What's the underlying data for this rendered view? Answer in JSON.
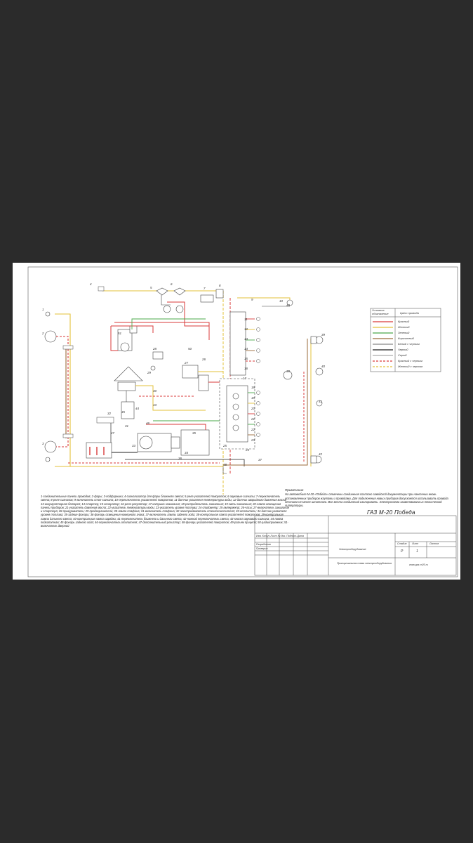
{
  "drawing": {
    "title": "ГАЗ М-20 Победа",
    "description": "1-соединительные панели проводов; 2-фары; 3-подфарники; 4-сигнализатор для фары ближнего света; 5-реле указателей поворотов; 6-звуковые сигналы; 7-переключатель света; 8-реле сигналов; 9-включатель стоп-сигнала; 10-переключатель указателей поворотов; 11-датчик указателя температуры воды; 12-датчик аварийного давления масла; 13-аккумуляторная батарея; 14-стартер; 15-генератор; 16-реле-регулятор; 17-катушка зажигания; 18-распределитель зажигания; 19-свечи зажигания; 20-лампа освещения панели приборов; 21-указатель давления масла; 22-указатель температуры воды; 23-указатель уровня топлива; 24-спидометр; 25-амперметр; 26-часы; 27-включатель зажигания и стартера; 28-прикуриватель; 29-предохранители; 30-лампа плафона; 31-включатель плафона; 32-электродвигатель стеклоочистителя; 33-отопитель; 34-датчик указателя уровня топлива; 35-задние фонари; 36-фонарь освещения номерного знака; 37-включатель лампы заднего хода; 38-контрольная лампа указателей поворотов; 39-контрольная лампа дальнего света; 40-контрольная лампа зарядки; 41-переключатель ближнего и дальнего света; 42-ножной переключатель света; 43-кнопка звукового сигнала; 44-лампа подкапотная; 45-фонарь заднего хода; 46-переключатель отопителя; 47-дополнительный резистор; 48-фонари указателей поворотов; 49-разъем прицепа; 50-радиоприемник; 51-включатель дверной",
    "notes_title": "Примечание",
    "notes": "На автомобиле М-20 «Победа» отмечены соединения согласно заводской документации при нанесении вновь установленных приборов жгутами и проводами. Для подключения новых приборов допускается использовать провода сечением не менее штатного. Все места соединений изолировать. Электросхема заимствована из технической литературы."
  },
  "legend": {
    "header_left": "Условное обозначение",
    "header_right": "Цвет провода",
    "items": [
      {
        "label": "Красный",
        "color": "#d93a3a",
        "dash": false
      },
      {
        "label": "Желтый",
        "color": "#e3c13a",
        "dash": false
      },
      {
        "label": "Зеленый",
        "color": "#4aa84a",
        "dash": false
      },
      {
        "label": "Коричневый",
        "color": "#9a6a3a",
        "dash": false
      },
      {
        "label": "Белый с черным",
        "color": "#888888",
        "dash": false
      },
      {
        "label": "Черный",
        "color": "#222222",
        "dash": false
      },
      {
        "label": "Серый",
        "color": "#aaaaaa",
        "dash": false
      },
      {
        "label": "Красный с черным",
        "color": "#d93a3a",
        "dash": true
      },
      {
        "label": "Желтый с черным",
        "color": "#e3c13a",
        "dash": true
      }
    ]
  },
  "title_block": {
    "left_header": "Изм. Кол.уч Лист № док. Подпись Дата",
    "row1": "Разработал",
    "row2": "Проверил",
    "doc_name": "Электрооборудование",
    "doc_sub": "Принципиальная схема электрооборудования",
    "stage_label": "Стадия",
    "sheet_label": "Лист",
    "sheets_label": "Листов",
    "stage_value": "Р",
    "sheet_value": "1",
    "site": "www.gaz-m20.ru"
  },
  "colors": {
    "page_bg": "#2b2b2b",
    "sheet_bg": "#ffffff",
    "red": "#d93a3a",
    "yellow": "#e3c13a",
    "green": "#4aa84a",
    "brown": "#9a6a3a",
    "black": "#222222"
  },
  "component_numbers": [
    "1",
    "2",
    "3",
    "4",
    "5",
    "6",
    "7",
    "8",
    "9",
    "10",
    "11",
    "12",
    "13",
    "14",
    "15",
    "16",
    "17",
    "18",
    "19",
    "20",
    "21",
    "22",
    "23",
    "24",
    "25",
    "26",
    "27",
    "28",
    "29",
    "30",
    "31",
    "32",
    "33",
    "34",
    "35",
    "36",
    "37",
    "38",
    "39",
    "40",
    "41",
    "42",
    "43",
    "44",
    "45",
    "46",
    "47",
    "48",
    "49",
    "50",
    "51"
  ]
}
